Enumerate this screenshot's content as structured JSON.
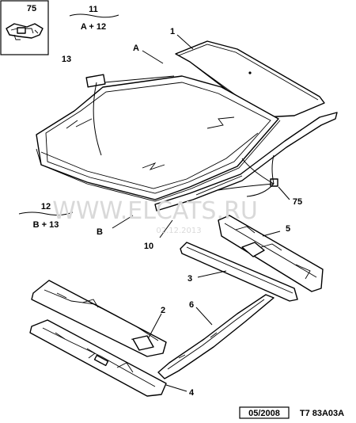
{
  "inset": {
    "label": "75"
  },
  "callouts": [
    {
      "id": "11",
      "sub": "A + 12"
    },
    {
      "id": "12",
      "sub": "B + 13"
    }
  ],
  "parts": {
    "p1": "1",
    "pA": "A",
    "p13": "13",
    "p75": "75",
    "pB": "B",
    "p10": "10",
    "p5": "5",
    "p3": "3",
    "p2": "2",
    "p6": "6",
    "p4": "4"
  },
  "watermark": {
    "site": "WWW.ELCATS.RU",
    "date": "02.12.2013"
  },
  "footer": {
    "date": "05/2008",
    "code": "T7 83A03A"
  }
}
